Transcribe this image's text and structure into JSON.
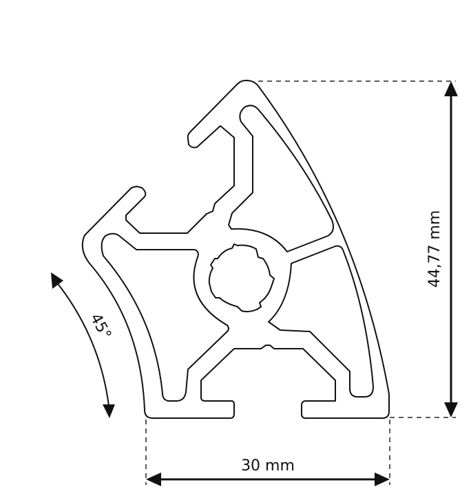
{
  "drawing": {
    "height_label": "44,77 mm",
    "width_label": "30 mm",
    "angle_label": "45°",
    "line_color": "#111111",
    "background": "#ffffff"
  }
}
